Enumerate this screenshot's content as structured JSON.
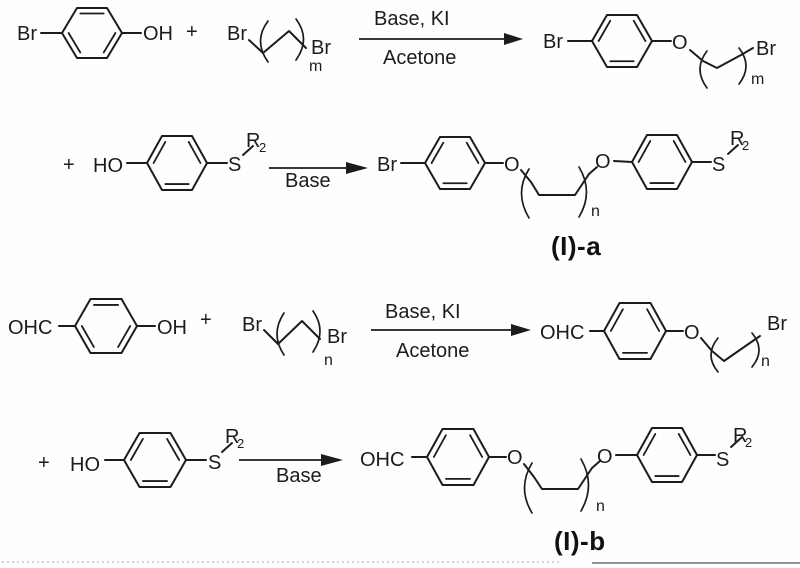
{
  "figure": {
    "ink_color": "#1c1c1c",
    "background": "#fefefe"
  },
  "row1": {
    "reactant1": {
      "br": "Br",
      "oh": "OH"
    },
    "plus": "+",
    "reactant2": {
      "br_left": "Br",
      "br_right": "Br",
      "repeat_sub": "m"
    },
    "arrow": {
      "above": "Base, KI",
      "below": "Acetone"
    },
    "product": {
      "br_left": "Br",
      "ether_o": "O",
      "br_right": "Br",
      "repeat_sub": "m"
    }
  },
  "row2": {
    "plus": "+",
    "reactant": {
      "ho": "HO",
      "s": "S",
      "r": "R",
      "r_sub": "2"
    },
    "arrow": {
      "below": "Base"
    },
    "product": {
      "br": "Br",
      "ether_o_left": "O",
      "repeat_sub": "n",
      "ether_o_right": "O",
      "s": "S",
      "r": "R",
      "r_sub": "2"
    },
    "label": "(I)-a"
  },
  "row3": {
    "reactant1": {
      "ohc": "OHC",
      "oh": "OH"
    },
    "plus": "+",
    "reactant2": {
      "br_left": "Br",
      "br_right": "Br",
      "repeat_sub": "n"
    },
    "arrow": {
      "above": "Base, KI",
      "below": "Acetone"
    },
    "product": {
      "ohc": "OHC",
      "ether_o": "O",
      "br": "Br",
      "repeat_sub": "n"
    }
  },
  "row4": {
    "plus": "+",
    "reactant": {
      "ho": "HO",
      "s": "S",
      "r": "R",
      "r_sub": "2"
    },
    "arrow": {
      "below": "Base"
    },
    "product": {
      "ohc": "OHC",
      "ether_o_left": "O",
      "repeat_sub": "n",
      "ether_o_right": "O",
      "s": "S",
      "r": "R",
      "r_sub": "2"
    },
    "label": "(I)-b"
  }
}
